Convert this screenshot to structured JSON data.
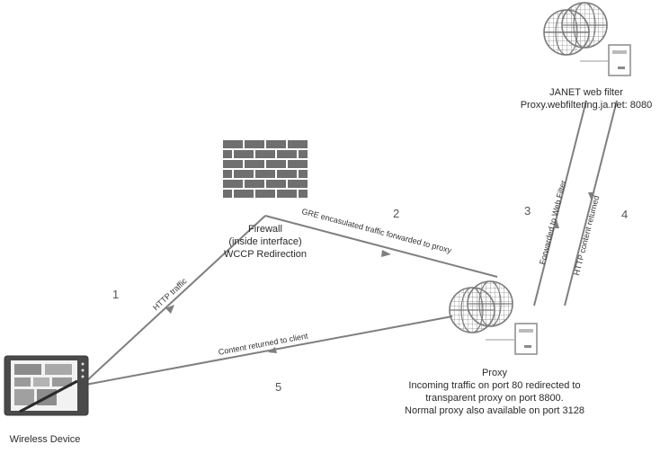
{
  "nodes": {
    "wireless": {
      "label": "Wireless Device"
    },
    "firewall": {
      "lines": [
        "Firewall",
        "(inside interface)",
        "WCCP Redirection"
      ]
    },
    "proxy": {
      "lines": [
        "Proxy",
        "Incoming traffic on port 80 redirected to",
        "transparent proxy on port 8800.",
        "Normal proxy also available on port 3128"
      ]
    },
    "janet": {
      "lines": [
        "JANET web filter",
        "Proxy.webfiltering.ja.net: 8080"
      ]
    }
  },
  "edges": {
    "e1": {
      "num": "1",
      "label": "HTTP traffic"
    },
    "e2": {
      "num": "2",
      "label": "GRE encasulated traffic forwarded to proxy"
    },
    "e3": {
      "num": "3",
      "label": "Forwarded to Web Filter"
    },
    "e4": {
      "num": "4",
      "label": "HTTP content returned"
    },
    "e5": {
      "num": "5",
      "label": "Content returned to client"
    }
  },
  "colors": {
    "line": "#7f7f7f",
    "globe": "#8a8a8a",
    "brick": "#6f6f6f",
    "text": "#2a2a2a"
  }
}
